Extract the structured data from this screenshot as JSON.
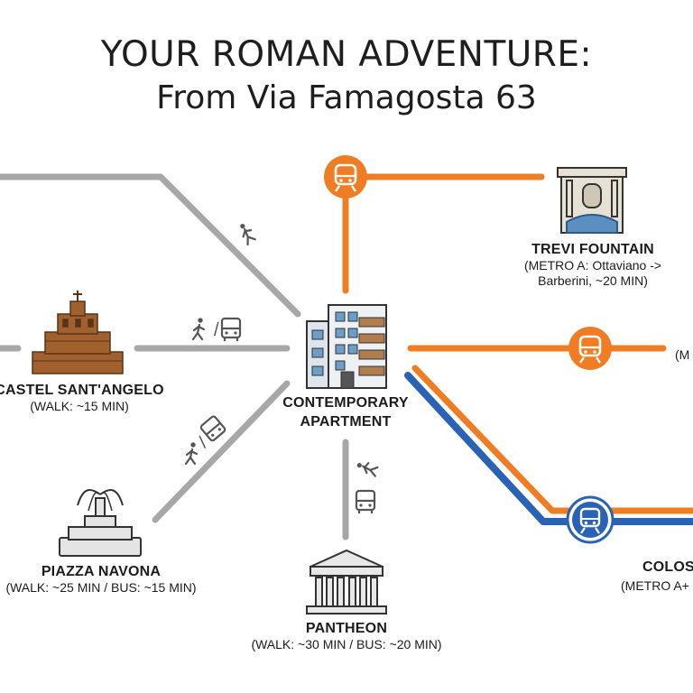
{
  "title": {
    "line1": "YOUR ROMAN ADVENTURE:",
    "line2": "From Via Famagosta 63"
  },
  "colors": {
    "walk_route": "#a7a7a7",
    "metro_a": "#f07c23",
    "metro_b": "#2a62b5",
    "landmark": "#a0612f"
  },
  "home": {
    "line1": "CONTEMPORARY",
    "line2": "APARTMENT",
    "icon": "building-icon"
  },
  "destinations": [
    {
      "id": "castel",
      "name": "CASTEL SANT'ANGELO",
      "detail": "(WALK: ~15 MIN)",
      "icon": "castle-icon"
    },
    {
      "id": "navona",
      "name": "PIAZZA NAVONA",
      "detail": "(WALK: ~25 MIN / BUS: ~15 MIN)",
      "icon": "fountain-icon"
    },
    {
      "id": "pantheon",
      "name": "PANTHEON",
      "detail": "(WALK: ~30 MIN / BUS: ~20 MIN)",
      "icon": "temple-icon"
    },
    {
      "id": "trevi",
      "name": "TREVI FOUNTAIN",
      "detail_line1": "(METRO A: Ottaviano ->",
      "detail_line2": "Barberini, ~20 MIN)",
      "icon": "trevi-icon"
    },
    {
      "id": "colosseum",
      "name": "COLOS",
      "detail": "(METRO A+",
      "icon": "metro-station-icon"
    },
    {
      "id": "edge",
      "detail": "(M"
    }
  ],
  "route_icons": [
    "walk-icon",
    "bus-icon",
    "metro-icon"
  ],
  "separator": "/"
}
